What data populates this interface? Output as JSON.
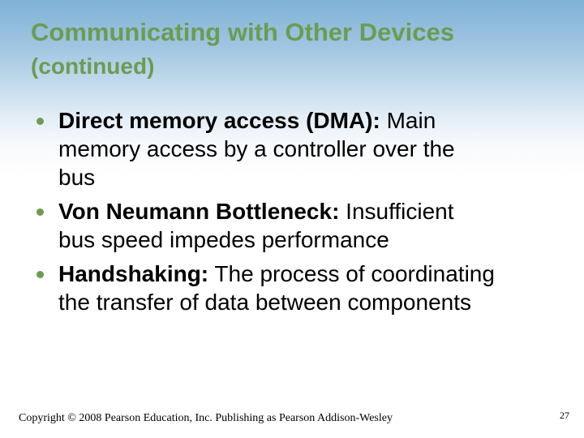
{
  "slide": {
    "title_line1": "Communicating with Other Devices",
    "title_line2": "(continued)",
    "colors": {
      "title_green": "#6b9c52",
      "bullet_green": "#6f9b4f",
      "background_top_blue": "#7fb2d6",
      "background_bottom": "#ffffff",
      "body_text": "#000000"
    }
  },
  "body": {
    "bullets": [
      {
        "lines": [
          {
            "bold": "Direct memory access (DMA):",
            "rest": " Main"
          },
          {
            "bold": "",
            "rest": "memory access by a controller over the"
          },
          {
            "bold": "",
            "rest": "bus"
          }
        ]
      },
      {
        "lines": [
          {
            "bold": "Von Neumann Bottleneck:",
            "rest": " Insufficient"
          },
          {
            "bold": "",
            "rest": "bus speed impedes performance"
          }
        ]
      },
      {
        "lines": [
          {
            "bold": "Handshaking:",
            "rest": " The process of coordinating"
          },
          {
            "bold": "",
            "rest": "the transfer of data between components"
          }
        ]
      }
    ]
  },
  "footer": {
    "copyright": "Copyright © 2008 Pearson Education, Inc. Publishing as Pearson Addison-Wesley",
    "page_number": "27"
  }
}
